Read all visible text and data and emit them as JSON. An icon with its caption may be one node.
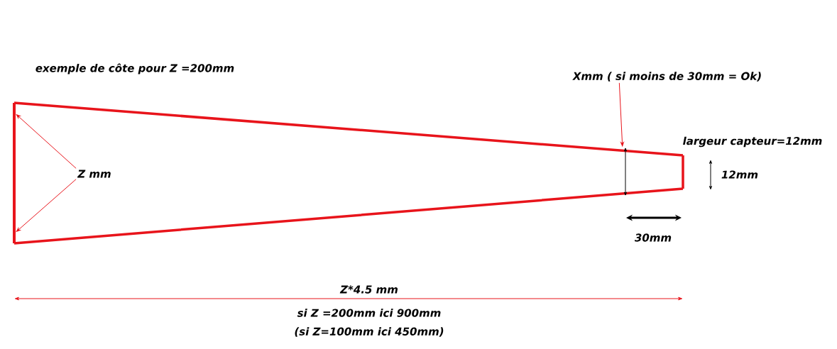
{
  "diagram": {
    "nodes": [
      {
        "text": [],
        "shape": "bar"
      },
      {
        "text": [
          "Z mm"
        ]
      },
      {
        "text": [
          "Xmm ( si moins de 30mm = Ok)"
        ]
      },
      {
        "text": [],
        "shape": "arrow"
      }
    ],
    "edges": [
      {
        "from": 1,
        "to": 0,
        "arrow": "to"
      },
      {
        "from": 1,
        "to": 0,
        "arrow": "to"
      },
      {
        "from": 2,
        "to": 3,
        "arrow": "to"
      }
    ],
    "labels": [
      "exemple de côte pour Z =200mm",
      "largeur capteur=12mm",
      "12mm",
      "30mm",
      "Z*4.5 mm",
      "si Z =200mm ici 900mm",
      "(si Z=100mm ici 450mm)"
    ]
  }
}
